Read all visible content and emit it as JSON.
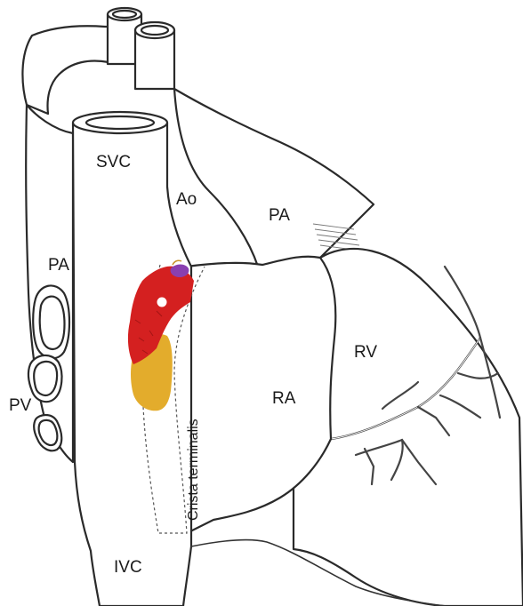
{
  "labels": {
    "svc": "SVC",
    "ao": "Ao",
    "pa_right": "PA",
    "pa_left": "PA",
    "pv": "PV",
    "rv": "RV",
    "ra": "RA",
    "ivc": "IVC",
    "crista": "Crista terminalis"
  },
  "colors": {
    "outline": "#2a2a2a",
    "activation_early": "#d42020",
    "activation_late": "#e3ac2c",
    "activation_spot": "#8a3fb0"
  }
}
